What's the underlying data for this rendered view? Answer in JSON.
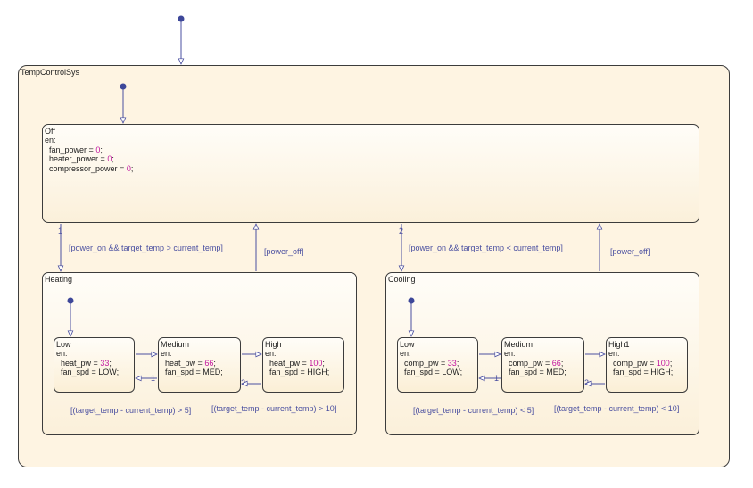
{
  "chart": {
    "top_state": "TempControlSys",
    "states": {
      "off": {
        "name": "Off",
        "en": "en:",
        "lines": [
          {
            "text": "fan_power = ",
            "num": "0",
            "tail": ";"
          },
          {
            "text": "heater_power = ",
            "num": "0",
            "tail": ";"
          },
          {
            "text": "compressor_power = ",
            "num": "0",
            "tail": ";"
          }
        ]
      },
      "heating": {
        "name": "Heating",
        "low": {
          "name": "Low",
          "en": "en:",
          "l1": "heat_pw = ",
          "n1": "33",
          "t1": ";",
          "l2": "fan_spd = LOW;"
        },
        "medium": {
          "name": "Medium",
          "en": "en:",
          "l1": "heat_pw = ",
          "n1": "66",
          "t1": ";",
          "l2": "fan_spd = MED;"
        },
        "high": {
          "name": "High",
          "en": "en:",
          "l1": "heat_pw = ",
          "n1": "100",
          "t1": ";",
          "l2": "fan_spd = HIGH;"
        }
      },
      "cooling": {
        "name": "Cooling",
        "low": {
          "name": "Low",
          "en": "en:",
          "l1": "comp_pw = ",
          "n1": "33",
          "t1": ";",
          "l2": "fan_spd = LOW;"
        },
        "medium": {
          "name": "Medium",
          "en": "en:",
          "l1": "comp_pw = ",
          "n1": "66",
          "t1": ";",
          "l2": "fan_spd = MED;"
        },
        "high": {
          "name": "High1",
          "en": "en:",
          "l1": "comp_pw = ",
          "n1": "100",
          "t1": ";",
          "l2": "fan_spd = HIGH;"
        }
      }
    },
    "transitions": {
      "off_to_heating": {
        "priority": "1",
        "guard": "[power_on && target_temp > current_temp]"
      },
      "heating_to_off": {
        "guard": "[power_off]"
      },
      "off_to_cooling": {
        "priority": "2",
        "guard": "[power_on && target_temp < current_temp]"
      },
      "cooling_to_off": {
        "guard": "[power_off]"
      },
      "heat_low_to_med": {
        "guard": "[(target_temp - current_temp) > 5]"
      },
      "heat_med_to_high": {
        "guard": "[(target_temp - current_temp) > 10]"
      },
      "heat_med_to_low": {
        "priority": "1"
      },
      "heat_high_to_med": {
        "priority": "2"
      },
      "cool_low_to_med": {
        "guard": "[(target_temp - current_temp) < 5]"
      },
      "cool_med_to_high": {
        "guard": "[(target_temp - current_temp) < 10]"
      },
      "cool_med_to_low": {
        "priority": "1"
      },
      "cool_high_to_med": {
        "priority": "2"
      }
    },
    "colors": {
      "state_fill": "#fef4e2",
      "border": "#3c3c3c",
      "transition": "#4a4fa0",
      "number": "#c2189e",
      "junction": "#3d4799"
    }
  }
}
